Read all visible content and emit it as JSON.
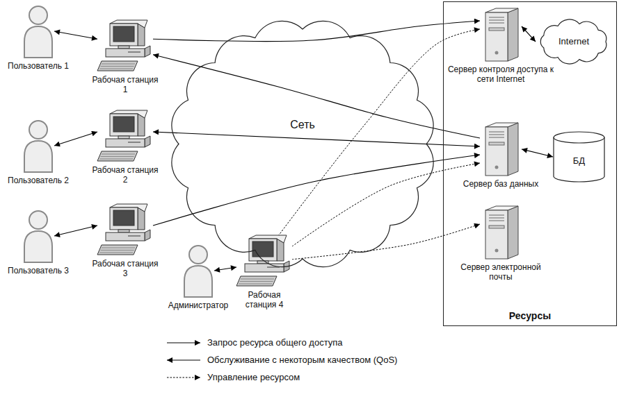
{
  "diagram": {
    "nodes": [
      {
        "text": [
          "Пользователь 1"
        ]
      },
      {
        "text": [
          "Рабочая станция 1"
        ]
      },
      {
        "text": [
          "Пользователь 2"
        ]
      },
      {
        "text": [
          "Рабочая станция 2"
        ]
      },
      {
        "text": [
          "Пользователь 3"
        ]
      },
      {
        "text": [
          "Рабочая станция 3"
        ]
      },
      {
        "text": [
          "Администратор"
        ]
      },
      {
        "text": [
          "Рабочая станция 4"
        ]
      },
      {
        "text": [
          "Сеть"
        ]
      },
      {
        "text": [
          "Ресурсы"
        ]
      },
      {
        "text": [
          "Сервер контроля доступа к сети Internet"
        ],
        "in": 9
      },
      {
        "text": [
          "Internet"
        ],
        "in": 9
      },
      {
        "text": [
          "Сервер баз данных"
        ],
        "in": 9
      },
      {
        "text": [
          "БД"
        ],
        "in": 9
      },
      {
        "text": [
          "Сервер электронной почты"
        ],
        "in": 9
      }
    ],
    "edges": [
      {
        "from": 0,
        "to": 1,
        "arrow": "both"
      },
      {
        "from": 2,
        "to": 3,
        "arrow": "both"
      },
      {
        "from": 4,
        "to": 5,
        "arrow": "both"
      },
      {
        "from": 6,
        "to": 7,
        "arrow": "both"
      },
      {
        "from": 1,
        "to": 10,
        "arrow": "to"
      },
      {
        "from": 12,
        "to": 1,
        "arrow": "to"
      },
      {
        "from": 3,
        "to": 12,
        "arrow": "both"
      },
      {
        "from": 5,
        "to": 12,
        "arrow": "to"
      },
      {
        "from": 7,
        "to": 10,
        "arrow": "to"
      },
      {
        "from": 7,
        "to": 12,
        "arrow": "to"
      },
      {
        "from": 7,
        "to": 14,
        "arrow": "to"
      },
      {
        "from": 10,
        "to": 11,
        "arrow": "both"
      },
      {
        "from": 12,
        "to": 13,
        "arrow": "both"
      }
    ],
    "legend": [
      {
        "text": "Запрос ресурса общего доступа"
      },
      {
        "text": "Обслуживание с некоторым качеством (QoS)"
      },
      {
        "text": "Управление ресурсом"
      }
    ]
  }
}
